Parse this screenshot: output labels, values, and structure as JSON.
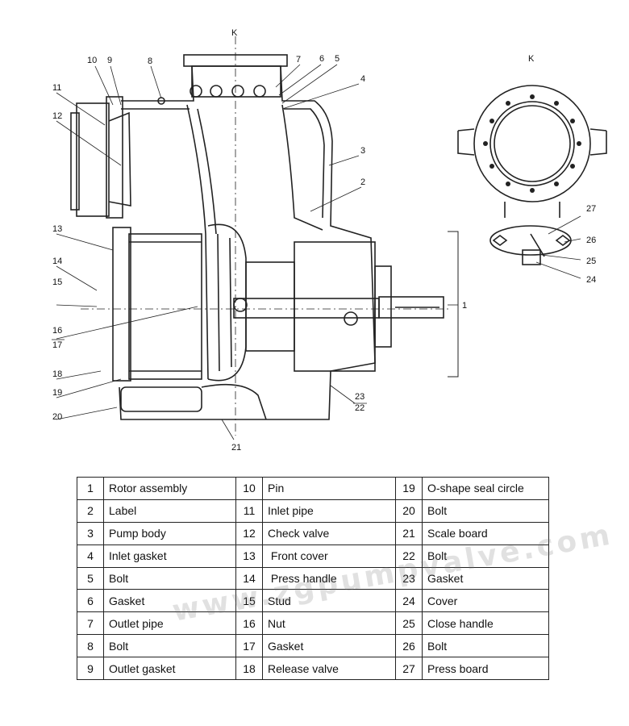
{
  "view_labels": {
    "main": "K",
    "side": "K"
  },
  "callouts": [
    "1",
    "2",
    "3",
    "4",
    "5",
    "6",
    "7",
    "8",
    "9",
    "10",
    "11",
    "12",
    "13",
    "14",
    "15",
    "16",
    "17",
    "18",
    "19",
    "20",
    "21",
    "22",
    "23",
    "24",
    "25",
    "26",
    "27"
  ],
  "parts": [
    {
      "no": "1",
      "name": "Rotor assembly"
    },
    {
      "no": "2",
      "name": "Label"
    },
    {
      "no": "3",
      "name": "Pump body"
    },
    {
      "no": "4",
      "name": "Inlet gasket"
    },
    {
      "no": "5",
      "name": "Bolt"
    },
    {
      "no": "6",
      "name": "Gasket"
    },
    {
      "no": "7",
      "name": "Outlet pipe"
    },
    {
      "no": "8",
      "name": "Bolt"
    },
    {
      "no": "9",
      "name": "Outlet gasket"
    },
    {
      "no": "10",
      "name": "Pin"
    },
    {
      "no": "11",
      "name": "Inlet pipe"
    },
    {
      "no": "12",
      "name": "Check valve"
    },
    {
      "no": "13",
      "name": " Front cover"
    },
    {
      "no": "14",
      "name": " Press handle"
    },
    {
      "no": "15",
      "name": "Stud"
    },
    {
      "no": "16",
      "name": "Nut"
    },
    {
      "no": "17",
      "name": "Gasket"
    },
    {
      "no": "18",
      "name": "Release valve"
    },
    {
      "no": "19",
      "name": "O-shape seal circle"
    },
    {
      "no": "20",
      "name": "Bolt"
    },
    {
      "no": "21",
      "name": "Scale board"
    },
    {
      "no": "22",
      "name": "Bolt"
    },
    {
      "no": "23",
      "name": "Gasket"
    },
    {
      "no": "24",
      "name": "Cover"
    },
    {
      "no": "25",
      "name": "Close handle"
    },
    {
      "no": "26",
      "name": "Bolt"
    },
    {
      "no": "27",
      "name": "Press board"
    }
  ],
  "watermark": "www.zgpumpvalve.com"
}
